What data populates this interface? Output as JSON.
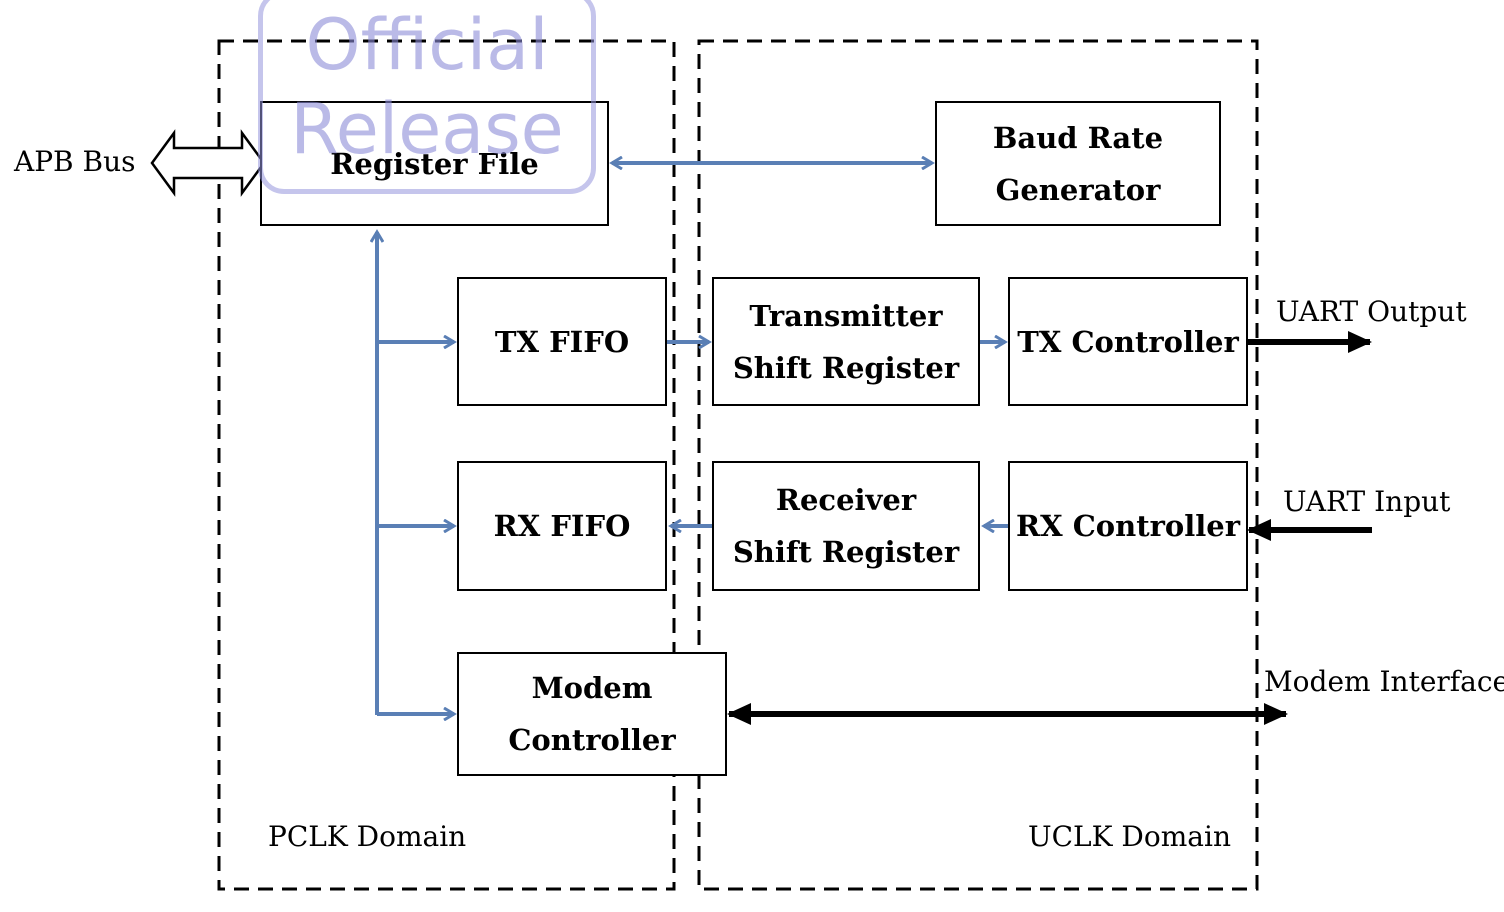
{
  "colors": {
    "control_flow": "#5a7fb5",
    "data_flow": "#000000",
    "border": "#000000",
    "watermark": "#8c8cd7"
  },
  "domains": {
    "pclk": "PCLK Domain",
    "uclk": "UCLK Domain"
  },
  "blocks": {
    "register_file": "Register File",
    "baud_rate_generator": "Baud Rate\nGenerator",
    "tx_fifo": "TX FIFO",
    "rx_fifo": "RX FIFO",
    "transmitter_shift_register": "Transmitter\nShift Register",
    "receiver_shift_register": "Receiver\nShift Register",
    "tx_controller": "TX Controller",
    "rx_controller": "RX Controller",
    "modem_controller": "Modem\nController"
  },
  "external": {
    "apb_bus": "APB Bus",
    "uart_output": "UART Output",
    "uart_input": "UART Input",
    "modem_interface": "Modem Interface"
  },
  "watermark": {
    "text": "Official\nRelease"
  }
}
